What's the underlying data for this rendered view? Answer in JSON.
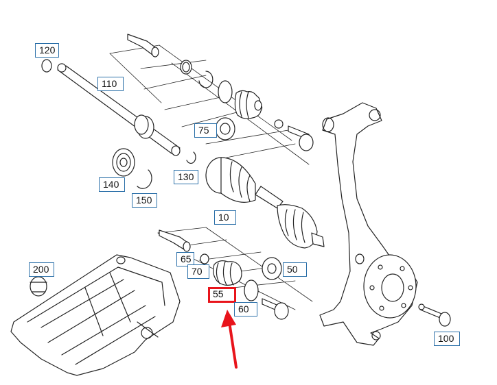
{
  "diagram": {
    "labels": {
      "l120": "120",
      "l110": "110",
      "l75": "75",
      "l130": "130",
      "l140": "140",
      "l150": "150",
      "l10": "10",
      "l200": "200",
      "l65": "65",
      "l70": "70",
      "l50": "50",
      "l55": "55",
      "l60": "60",
      "l100": "100"
    },
    "highlighted_part": "55",
    "colors": {
      "label_border": "#2a6fa8",
      "highlight": "#e8141b",
      "line_art": "#222222"
    }
  }
}
